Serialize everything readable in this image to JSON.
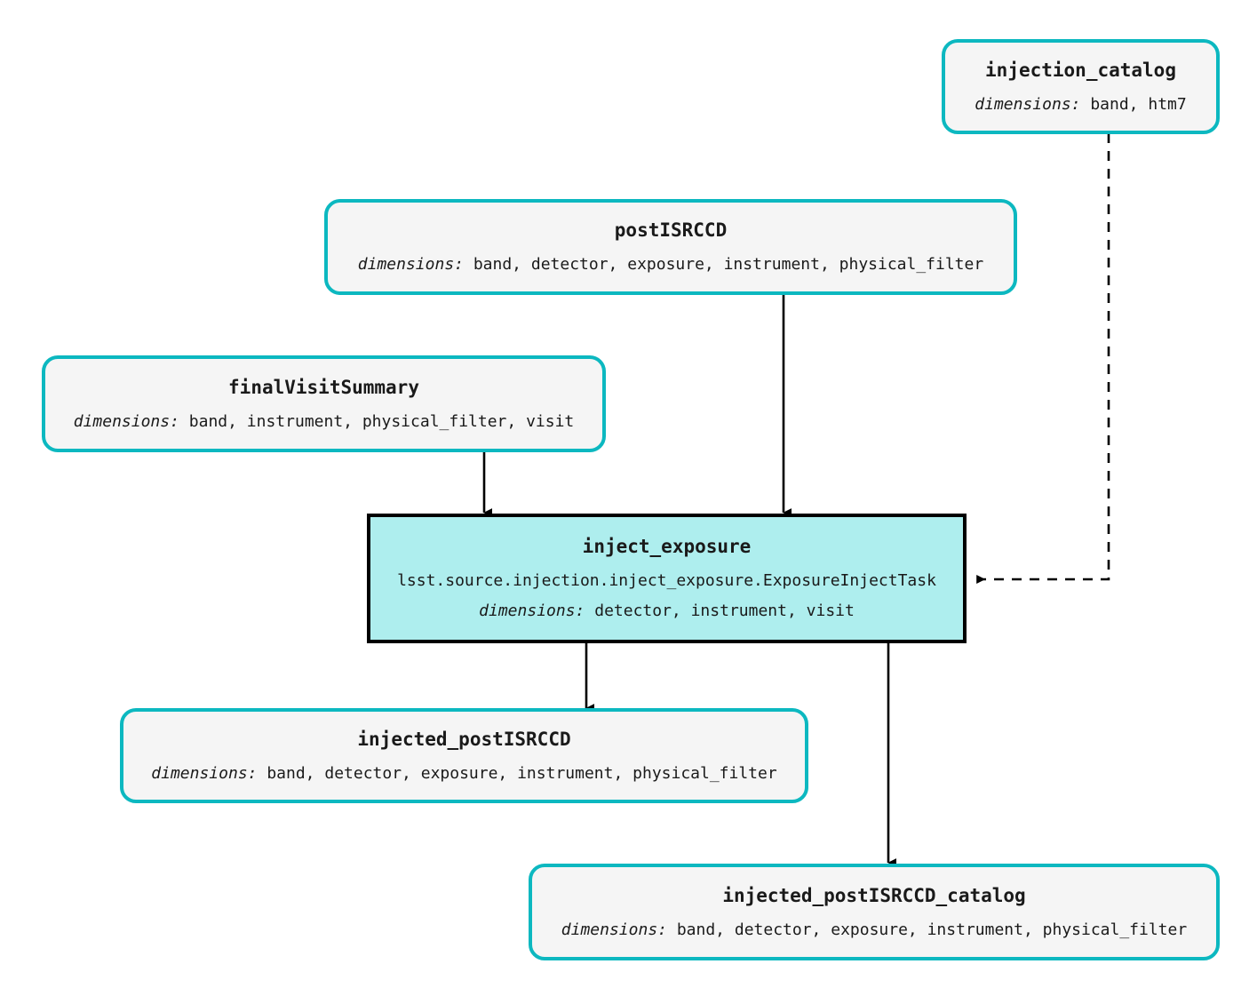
{
  "graph": {
    "type": "pipeline-dag",
    "background": "#ffffff",
    "dataset_border_color": "#0cb8c0",
    "dataset_fill_color": "#f5f5f5",
    "task_border_color": "#000000",
    "task_fill_color": "#aeeeee",
    "edge_color": "#000000",
    "dimensions_label": "dimensions:"
  },
  "nodes": {
    "injection_catalog": {
      "kind": "dataset",
      "title": "injection_catalog",
      "dims_label": "dimensions:",
      "dims_value": " band, htm7"
    },
    "post_isrccd": {
      "kind": "dataset",
      "title": "postISRCCD",
      "dims_label": "dimensions:",
      "dims_value": " band, detector, exposure, instrument, physical_filter"
    },
    "final_visit_summary": {
      "kind": "dataset",
      "title": "finalVisitSummary",
      "dims_label": "dimensions:",
      "dims_value": " band, instrument, physical_filter, visit"
    },
    "inject_exposure": {
      "kind": "task",
      "title": "inject_exposure",
      "class_path": "lsst.source.injection.inject_exposure.ExposureInjectTask",
      "dims_label": "dimensions:",
      "dims_value": " detector, instrument, visit"
    },
    "injected_post_isrccd": {
      "kind": "dataset",
      "title": "injected_postISRCCD",
      "dims_label": "dimensions:",
      "dims_value": " band, detector, exposure, instrument, physical_filter"
    },
    "injected_post_isrccd_catalog": {
      "kind": "dataset",
      "title": "injected_postISRCCD_catalog",
      "dims_label": "dimensions:",
      "dims_value": " band, detector, exposure, instrument, physical_filter"
    }
  },
  "edges": [
    {
      "from": "injection_catalog",
      "to": "inject_exposure",
      "style": "dashed"
    },
    {
      "from": "post_isrccd",
      "to": "inject_exposure",
      "style": "solid"
    },
    {
      "from": "final_visit_summary",
      "to": "inject_exposure",
      "style": "solid"
    },
    {
      "from": "inject_exposure",
      "to": "injected_post_isrccd",
      "style": "solid"
    },
    {
      "from": "inject_exposure",
      "to": "injected_post_isrccd_catalog",
      "style": "solid"
    }
  ]
}
